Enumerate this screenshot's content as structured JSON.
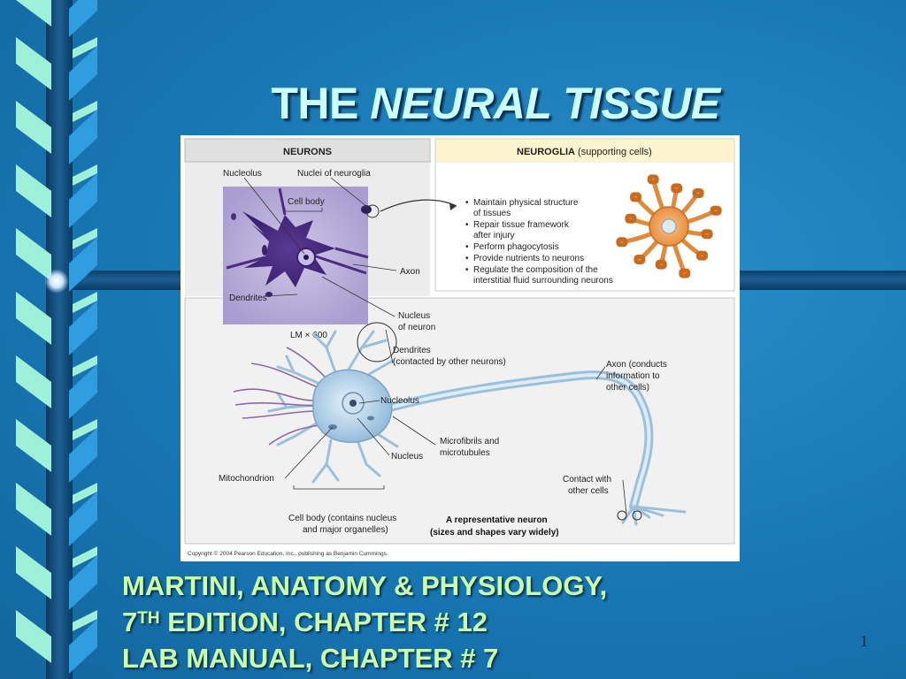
{
  "slide": {
    "title_plain": "THE",
    "title_italic": "NEURAL TISSUE",
    "page_number": "1",
    "footer": {
      "line1": "MARTINI, ANATOMY & PHYSIOLOGY,",
      "line2_prefix": "7",
      "line2_sup": "TH",
      "line2_rest": " EDITION, CHAPTER # 12",
      "line3": "LAB MANUAL, CHAPTER # 7"
    }
  },
  "figure": {
    "neurons_header": "NEURONS",
    "neuroglia_header_bold": "NEUROGLIA",
    "neuroglia_header_rest": " (supporting cells)",
    "micro_labels": {
      "nucleolus": "Nucleolus",
      "nuclei_neuroglia": "Nuclei of neuroglia",
      "cell_body": "Cell body",
      "axon": "Axon",
      "dendrites": "Dendrites",
      "nucleus_line1": "Nucleus",
      "nucleus_line2": "of neuron",
      "magnification": "LM × 600"
    },
    "glia_bullets": [
      "Maintain physical structure",
      "of tissues",
      "Repair tissue framework",
      "after injury",
      "Perform phagocytosis",
      "Provide nutrients to neurons",
      "Regulate the composition of the",
      "interstitial fluid surrounding neurons"
    ],
    "diagram_labels": {
      "dendrites_line1": "Dendrites",
      "dendrites_line2": "(contacted by other neurons)",
      "axon_line1": "Axon (conducts",
      "axon_line2": "information to",
      "axon_line3": "other cells)",
      "nucleolus": "Nucleolus",
      "microfibrils_line1": "Microfibrils and",
      "microfibrils_line2": "microtubules",
      "nucleus": "Nucleus",
      "mitochondrion": "Mitochondrion",
      "contact_line1": "Contact with",
      "contact_line2": "other cells",
      "cellbody_line1": "Cell body (contains nucleus",
      "cellbody_line2": "and major organelles)",
      "rep_line1": "A representative neuron",
      "rep_line2": "(sizes and shapes vary widely)"
    },
    "copyright": "Copyright © 2004 Pearson Education, Inc., publishing as Benjamin Cummings."
  },
  "colors": {
    "background": "#1a78b4",
    "title": "#ccffff",
    "footer_text": "#ccffaa",
    "spiral_light": "#9ff0d8",
    "spiral_blue": "#2f9de0",
    "neuroglia_header_bg": "#fdf4cf",
    "neurons_header_bg": "#e6e6e6",
    "glial_cell": "#f2a055",
    "neuron_cell": "#bcd8ec"
  }
}
